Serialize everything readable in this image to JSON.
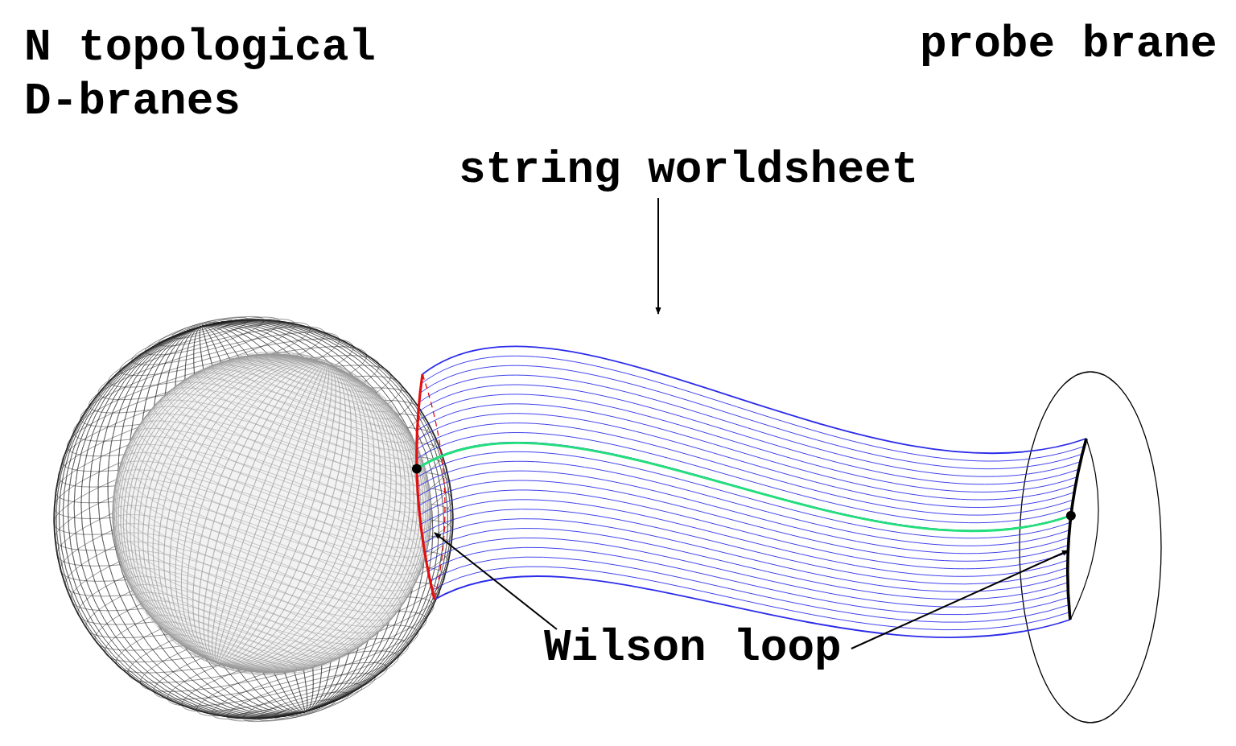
{
  "diagram": {
    "labels": [
      "N topological D-branes",
      "probe brane",
      "string worldsheet",
      "Wilson loop"
    ]
  }
}
